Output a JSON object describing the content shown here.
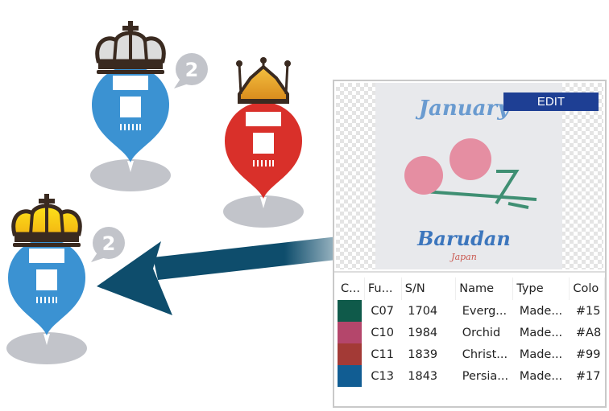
{
  "badges": {
    "blue_top": "2",
    "blue_left": "2"
  },
  "panel": {
    "edit_label": "EDIT",
    "preview_text": {
      "title": "January",
      "brand": "Barudan",
      "sub": "Japan"
    },
    "columns": [
      "C...",
      "Fu...",
      "S/N",
      "Name",
      "Type",
      "Colo"
    ],
    "rows": [
      {
        "swatch": "#0f5a4a",
        "code": "C07",
        "sn": "1704",
        "name": "Everg...",
        "type": "Made...",
        "color": "#15"
      },
      {
        "swatch": "#b4466b",
        "code": "C10",
        "sn": "1984",
        "name": "Orchid",
        "type": "Made...",
        "color": "#A8"
      },
      {
        "swatch": "#a33a36",
        "code": "C11",
        "sn": "1839",
        "name": "Christ...",
        "type": "Made...",
        "color": "#99"
      },
      {
        "swatch": "#115d93",
        "code": "C13",
        "sn": "1843",
        "name": "Persia...",
        "type": "Made...",
        "color": "#17"
      }
    ]
  },
  "colors": {
    "blue_pin": "#3b92d2",
    "red_pin": "#d9302a",
    "arrow": "#0e4d6c",
    "edit_bg": "#1e3f94"
  }
}
